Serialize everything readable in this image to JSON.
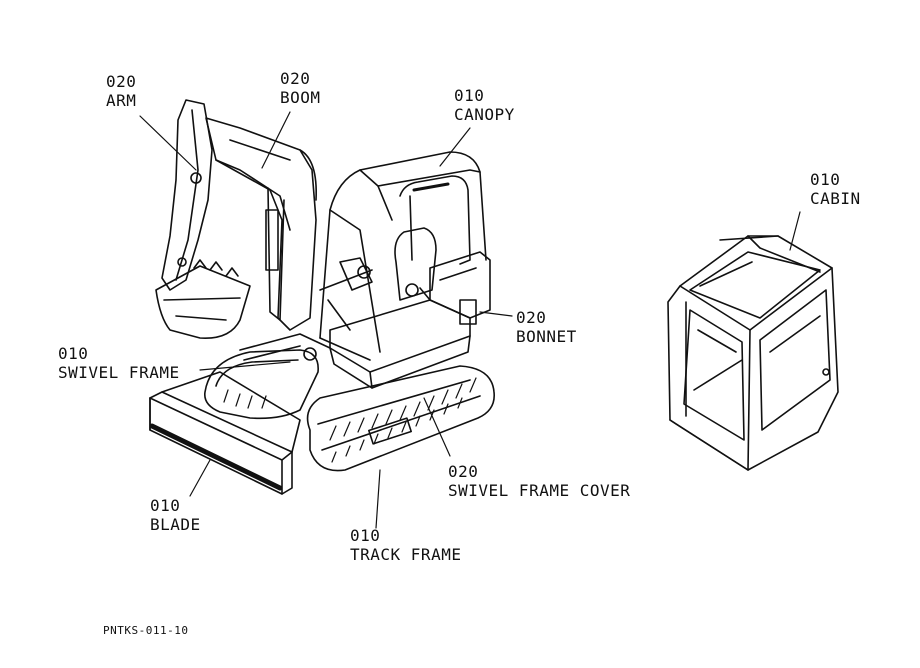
{
  "labels": {
    "arm": {
      "code": "020",
      "name": "ARM"
    },
    "boom": {
      "code": "020",
      "name": "BOOM"
    },
    "canopy": {
      "code": "010",
      "name": "CANOPY"
    },
    "cabin": {
      "code": "010",
      "name": "CABIN"
    },
    "bonnet": {
      "code": "020",
      "name": "BONNET"
    },
    "swivel_frame": {
      "code": "010",
      "name": "SWIVEL FRAME"
    },
    "swivel_frame_cover": {
      "code": "020",
      "name": "SWIVEL FRAME COVER"
    },
    "blade": {
      "code": "010",
      "name": "BLADE"
    },
    "track_frame": {
      "code": "010",
      "name": "TRACK FRAME"
    }
  },
  "footer": {
    "ref": "PNTKS-011-10"
  }
}
